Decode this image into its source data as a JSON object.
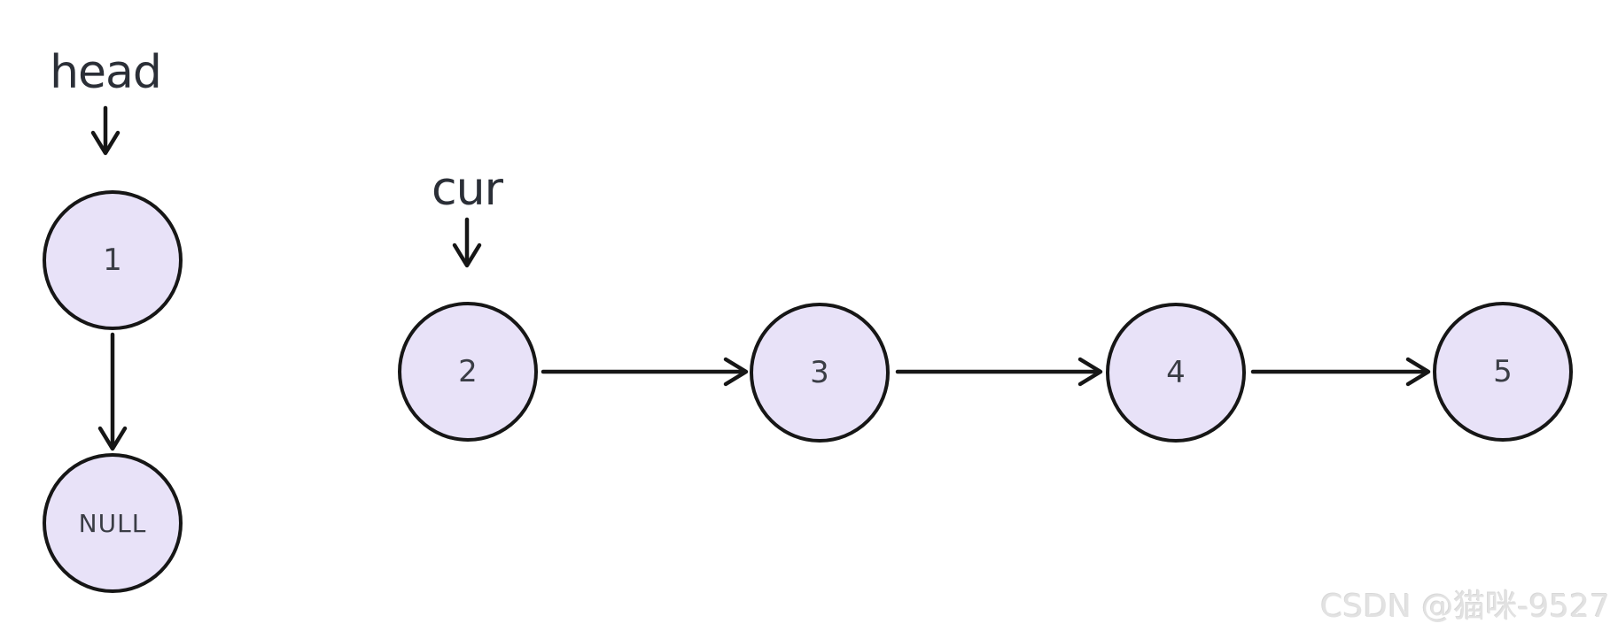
{
  "pointers": {
    "head": {
      "label": "head"
    },
    "cur": {
      "label": "cur"
    }
  },
  "nodes": [
    {
      "id": "node-1",
      "value": "1"
    },
    {
      "id": "node-null",
      "value": "NULL"
    },
    {
      "id": "node-2",
      "value": "2"
    },
    {
      "id": "node-3",
      "value": "3"
    },
    {
      "id": "node-4",
      "value": "4"
    },
    {
      "id": "node-5",
      "value": "5"
    }
  ],
  "edges": [
    {
      "from": "head",
      "to": "node-1",
      "direction": "down"
    },
    {
      "from": "node-1",
      "to": "node-null",
      "direction": "down"
    },
    {
      "from": "cur",
      "to": "node-2",
      "direction": "down"
    },
    {
      "from": "node-2",
      "to": "node-3",
      "direction": "right"
    },
    {
      "from": "node-3",
      "to": "node-4",
      "direction": "right"
    },
    {
      "from": "node-4",
      "to": "node-5",
      "direction": "right"
    }
  ],
  "colors": {
    "background": "#ffffff",
    "node_fill": "#e8e2f8",
    "node_border": "#161616",
    "node_text": "#3a3d45",
    "pointer_label_text": "#2b2f37",
    "arrow": "#161616",
    "watermark_text": "#e2e2e2"
  },
  "watermark": {
    "text": "CSDN @猫咪-9527"
  }
}
